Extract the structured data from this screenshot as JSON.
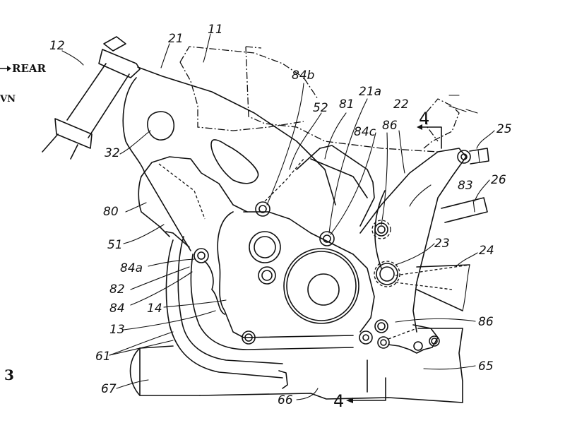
{
  "figure": {
    "number": "3",
    "direction_rear": "REAR",
    "direction_down_partial": "VN",
    "section_marker": "4"
  },
  "labels": {
    "l12": "12",
    "l21": "21",
    "l11": "11",
    "l84b": "84b",
    "l52": "52",
    "l81": "81",
    "l21a": "21a",
    "l22": "22",
    "l84c": "84c",
    "l86a": "86",
    "l25": "25",
    "l32": "32",
    "l26": "26",
    "l83": "83",
    "l80": "80",
    "l51": "51",
    "l23": "23",
    "l24": "24",
    "l84a": "84a",
    "l82": "82",
    "l84": "84",
    "l14": "14",
    "l13": "13",
    "l86b": "86",
    "l61": "61",
    "l65": "65",
    "l67": "67",
    "l66": "66"
  },
  "colors": {
    "ink": "#111111",
    "paper": "#ffffff"
  }
}
